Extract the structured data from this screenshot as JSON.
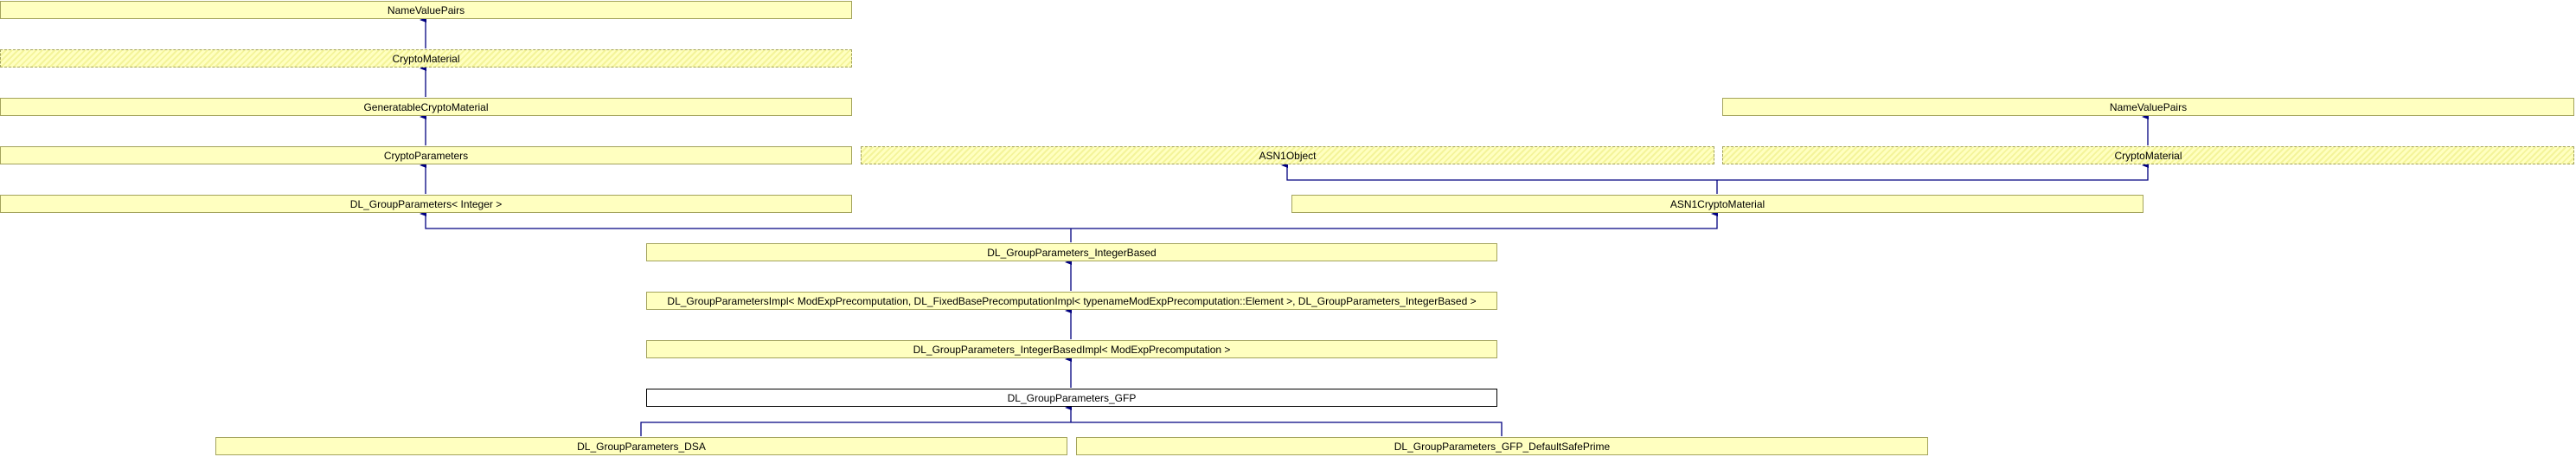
{
  "edge_color": "#000080",
  "node_fill": "#ffffc0",
  "nodes": {
    "nvp_left": "NameValuePairs",
    "cm_left": "CryptoMaterial",
    "gen_cm": "GeneratableCryptoMaterial",
    "crypto_params": "CryptoParameters",
    "dl_gp_integer": "DL_GroupParameters< Integer >",
    "asn1object": "ASN1Object",
    "nvp_right": "NameValuePairs",
    "cm_right": "CryptoMaterial",
    "asn1cm": "ASN1CryptoMaterial",
    "integer_based": "DL_GroupParameters_IntegerBased",
    "impl": "DL_GroupParametersImpl< ModExpPrecomputation, DL_FixedBasePrecomputationImpl< typenameModExpPrecomputation::Element >, DL_GroupParameters_IntegerBased >",
    "integer_based_impl": "DL_GroupParameters_IntegerBasedImpl< ModExpPrecomputation >",
    "gfp": "DL_GroupParameters_GFP",
    "dsa": "DL_GroupParameters_DSA",
    "safe_prime": "DL_GroupParameters_GFP_DefaultSafePrime"
  }
}
